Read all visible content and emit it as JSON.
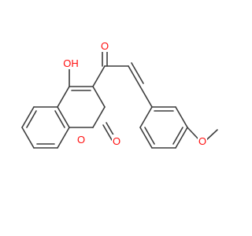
{
  "molecule": {
    "atoms": {
      "hydroxyl_o": {
        "symbol": "O",
        "label": "OH",
        "color": "#ff0d0d"
      },
      "ketone_o": {
        "symbol": "O",
        "label": "O",
        "color": "#ff0d0d"
      },
      "ring_o": {
        "symbol": "O",
        "label": "O",
        "color": "#ff0d0d"
      },
      "lactone_o": {
        "symbol": "O",
        "label": "O",
        "color": "#ff0d0d"
      },
      "methoxy_o": {
        "symbol": "O",
        "label": "O",
        "color": "#ff0d0d"
      }
    },
    "bond_color": "#3c3c3c"
  }
}
